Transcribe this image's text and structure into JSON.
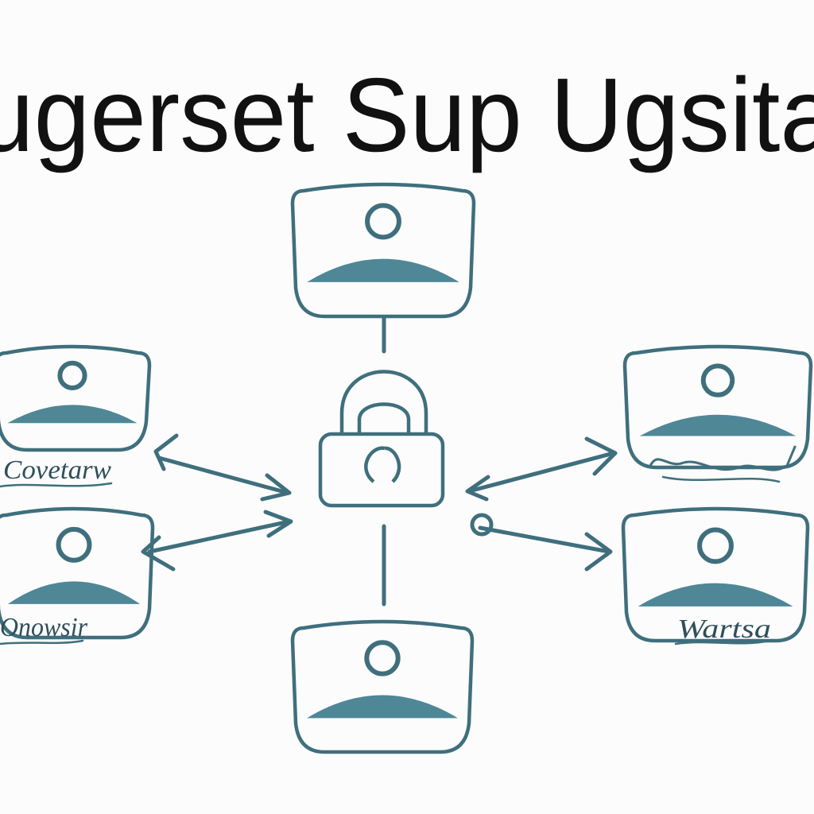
{
  "title": "ugerset Sup Ugsita",
  "colors": {
    "stroke": "#3f6f7d",
    "fill": "#4f8797",
    "text": "#111111",
    "background": "#fcfcfc"
  },
  "nodes": [
    {
      "id": "top",
      "icon": "user-avatar-icon",
      "label": ""
    },
    {
      "id": "left-upper",
      "icon": "user-avatar-icon",
      "label": "Covetarw"
    },
    {
      "id": "left-lower",
      "icon": "user-avatar-icon",
      "label": "Onowsir"
    },
    {
      "id": "right-upper",
      "icon": "user-avatar-icon",
      "label": ""
    },
    {
      "id": "right-lower",
      "icon": "user-avatar-icon",
      "label": "Wartsa"
    },
    {
      "id": "bottom",
      "icon": "user-avatar-icon",
      "label": ""
    }
  ],
  "hub": {
    "icon": "padlock-icon"
  }
}
